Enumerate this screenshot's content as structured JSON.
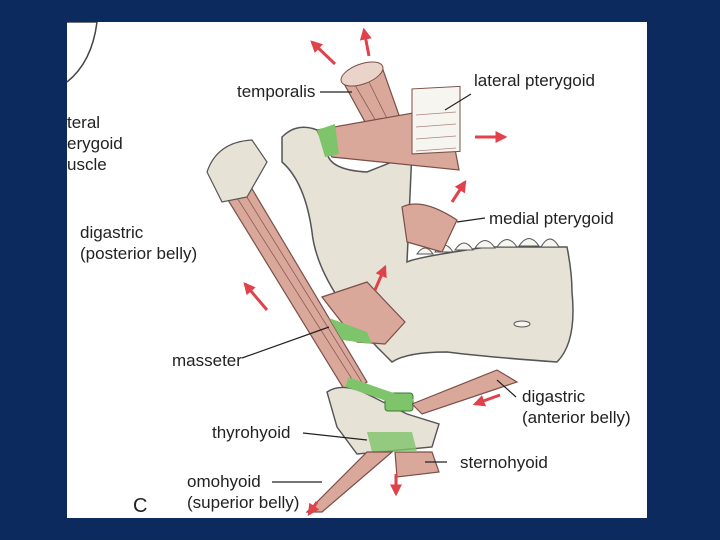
{
  "figure": {
    "panel_letter": "C",
    "labels": {
      "temporalis": "temporalis",
      "lateral_pterygoid": "lateral pterygoid",
      "lateral_pterygoid_muscle_cut": [
        "teral",
        "erygoid",
        "uscle"
      ],
      "digastric_posterior": [
        "digastric",
        "(posterior belly)"
      ],
      "medial_pterygoid": "medial pterygoid",
      "masseter": "masseter",
      "digastric_anterior": [
        "digastric",
        "(anterior belly)"
      ],
      "thyrohyoid": "thyrohyoid",
      "sternohyoid": "sternohyoid",
      "omohyoid": [
        "omohyoid",
        "(superior belly)"
      ]
    },
    "colors": {
      "background": "#0d2a5e",
      "bone": "#e6e2d6",
      "muscle": "#d9a89b",
      "attachment": "#7ec46a",
      "arrow": "#e0414a",
      "ink": "#222222"
    }
  }
}
